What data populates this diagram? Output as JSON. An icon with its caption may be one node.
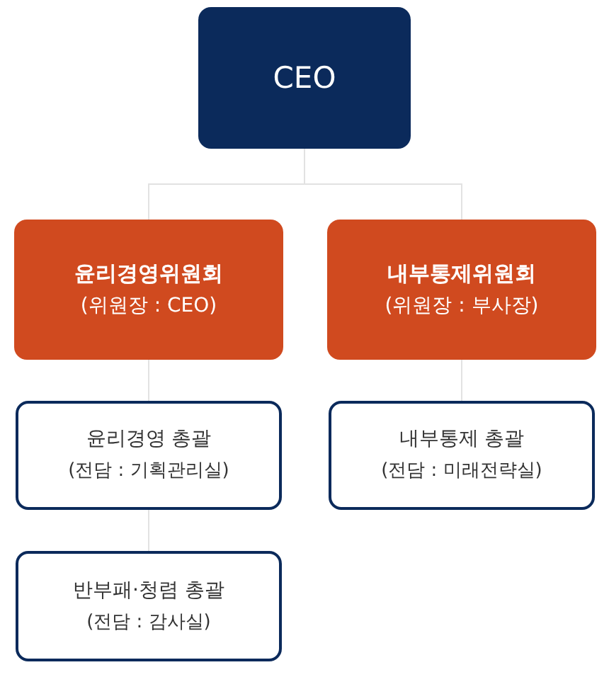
{
  "diagram": {
    "nodes": [
      {
        "text": [
          "CEO"
        ]
      },
      {
        "text": [
          "윤리경영위원회",
          "(위원장 : CEO)"
        ]
      },
      {
        "text": [
          "내부통제위원회",
          "(위원장 : 부사장)"
        ]
      },
      {
        "text": [
          "윤리경영 총괄",
          "(전담 : 기획관리실)"
        ]
      },
      {
        "text": [
          "내부통제 총괄",
          "(전담 : 미래전략실)"
        ]
      },
      {
        "text": [
          "반부패·청렴 총괄",
          "(전담 : 감사실)"
        ]
      }
    ],
    "edges": [
      {
        "from": 0,
        "to": 1,
        "arrow": "none"
      },
      {
        "from": 0,
        "to": 2,
        "arrow": "none"
      },
      {
        "from": 1,
        "to": 3,
        "arrow": "none"
      },
      {
        "from": 2,
        "to": 4,
        "arrow": "none"
      },
      {
        "from": 3,
        "to": 5,
        "arrow": "none"
      }
    ]
  }
}
